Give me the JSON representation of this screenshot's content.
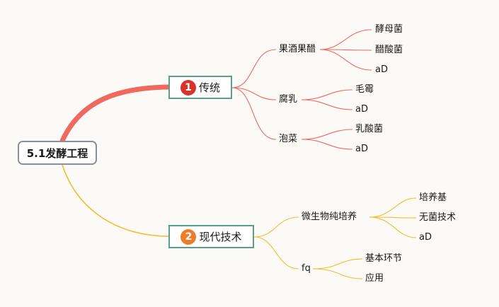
{
  "root": {
    "label": "5.1发酵工程"
  },
  "branches": [
    {
      "number": "1",
      "label": "传统"
    },
    {
      "number": "2",
      "label": "现代技术"
    }
  ],
  "topics": {
    "guojiu": {
      "label": "果酒果醋",
      "children": [
        "酵母菌",
        "醋酸菌",
        "aD"
      ]
    },
    "furu": {
      "label": "腐乳",
      "children": [
        "毛霉",
        "aD"
      ]
    },
    "paocai": {
      "label": "泡菜",
      "children": [
        "乳酸菌",
        "aD"
      ]
    },
    "weishengwu": {
      "label": "微生物纯培养",
      "children": [
        "培养基",
        "无菌技术",
        "aD"
      ]
    },
    "fq": {
      "label": "fq",
      "children": [
        "基本环节",
        "应用"
      ]
    }
  },
  "colors": {
    "branch1_line": "#f0695e",
    "branch2_line": "#f2bd2a",
    "branch_border": "#5d9e8a",
    "root_border": "#8b90a0",
    "background": "#fbfaf6"
  }
}
